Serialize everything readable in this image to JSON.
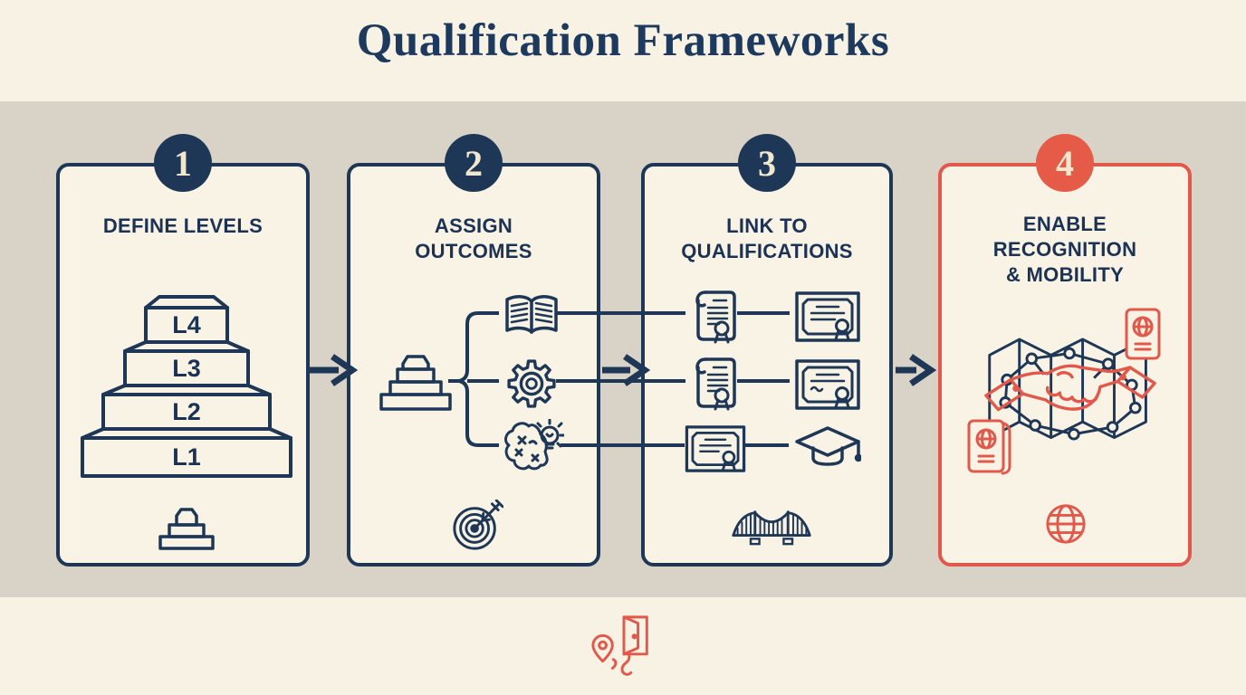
{
  "title": "Qualification Frameworks",
  "colors": {
    "navy": "#1e3756",
    "red": "#e2584a",
    "page_background": "#f7f2e3",
    "panel_background": "#f8f3e4",
    "band_background": "#d9d3c7",
    "badge_text": "#f0e7ce"
  },
  "steps": [
    {
      "number": "1",
      "title_lines": [
        "DEFINE LEVELS"
      ],
      "levels": [
        "L4",
        "L3",
        "L2",
        "L1"
      ],
      "icons": [
        "pyramid-levels",
        "pyramid-small"
      ]
    },
    {
      "number": "2",
      "title_lines": [
        "ASSIGN",
        "OUTCOMES"
      ],
      "icons": [
        "pyramid",
        "open-book",
        "gear",
        "brain-lightbulb",
        "target-arrow"
      ]
    },
    {
      "number": "3",
      "title_lines": [
        "LINK TO",
        "QUALIFICATIONS"
      ],
      "icons": [
        "scroll-document",
        "certificate",
        "scroll-document",
        "certificate",
        "certificate",
        "graduation-cap",
        "bridge"
      ]
    },
    {
      "number": "4",
      "title_lines": [
        "ENABLE",
        "RECOGNITION",
        "& MOBILITY"
      ],
      "icons": [
        "map-network",
        "handshake",
        "passport",
        "passport",
        "globe"
      ]
    }
  ],
  "footer": {
    "icon": "door-with-location-pin"
  }
}
